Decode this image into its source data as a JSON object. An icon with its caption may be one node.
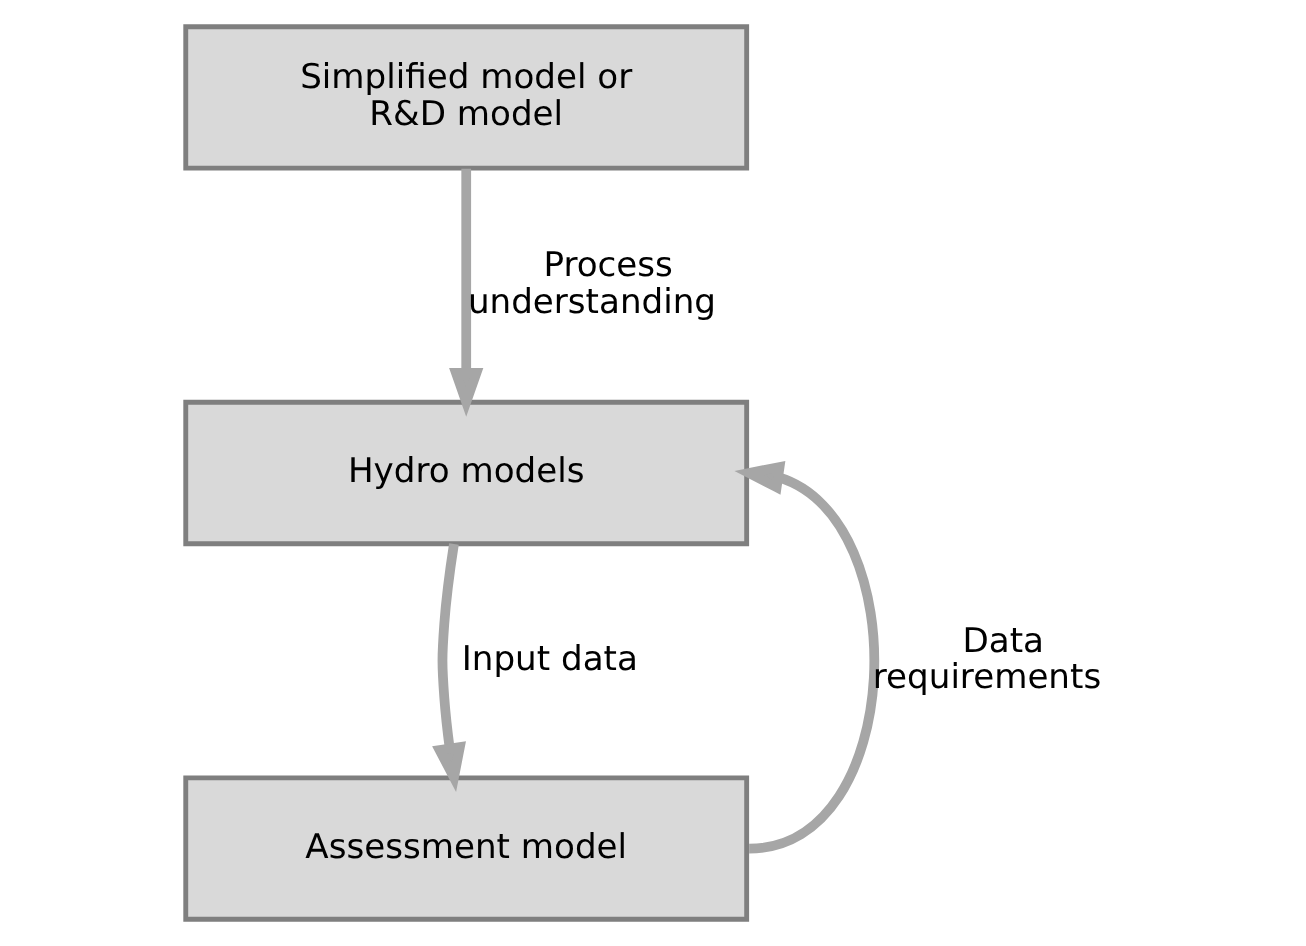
{
  "diagram": {
    "nodes": [
      {
        "text": [
          "Simplified model or R&D model"
        ]
      },
      {
        "text": [
          "Hydro models"
        ]
      },
      {
        "text": [
          "Assessment model"
        ]
      }
    ],
    "edges": [
      {
        "from": 0,
        "to": 1,
        "arrow": "to",
        "label": "Process understanding"
      },
      {
        "from": 1,
        "to": 2,
        "arrow": "to",
        "label": "Input data"
      },
      {
        "from": 2,
        "to": 1,
        "arrow": "to",
        "label": "Data requirements"
      }
    ]
  }
}
